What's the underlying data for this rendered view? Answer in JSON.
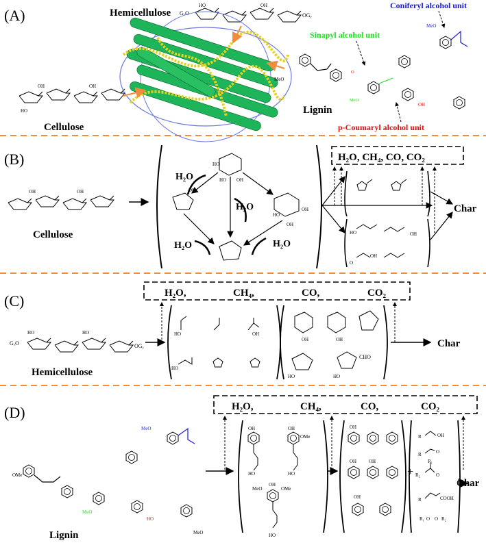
{
  "panels": {
    "A": {
      "label": "(A)",
      "hemicellulose": "Hemicellulose",
      "cellulose": "Cellulose",
      "lignin": "Lignin",
      "coniferyl": "Coniferyl alcohol unit",
      "sinapyl": "Sinapyl alcohol unit",
      "coumaryl": "p-Coumaryl alcohol unit"
    },
    "B": {
      "label": "(B)",
      "gases": "H₂O, CH₄, CO, CO₂",
      "water": "H₂O",
      "cellulose": "Cellulose",
      "char": "Char"
    },
    "C": {
      "label": "(C)",
      "gas1": "H₂O,",
      "gas2": "CH₄,",
      "gas3": "CO,",
      "gas4": "CO₂",
      "hemicellulose": "Hemicellulose",
      "char": "Char"
    },
    "D": {
      "label": "(D)",
      "gas1": "H₂O,",
      "gas2": "CH₄,",
      "gas3": "CO,",
      "gas4": "CO₂",
      "lignin": "Lignin",
      "plus": "+",
      "char": "Char"
    }
  },
  "atoms": {
    "OH": "OH",
    "HO": "HO",
    "O": "O",
    "OMe": "OMe",
    "MeO": "MeO",
    "CHO": "CHO",
    "COOH": "COOH",
    "R": "R",
    "R1": "R₁",
    "R2": "R₂",
    "Gx": "GₓO",
    "Gy": "OGᵧ"
  },
  "colors": {
    "separator": "#f08c3c",
    "coniferyl": "#1a1adc",
    "sinapyl": "#22dd22",
    "coumaryl": "#e01010",
    "fiber_green": "#1eb45a",
    "fiber_yellow": "#e6d21e",
    "helix_blue": "#6a7ae0"
  }
}
